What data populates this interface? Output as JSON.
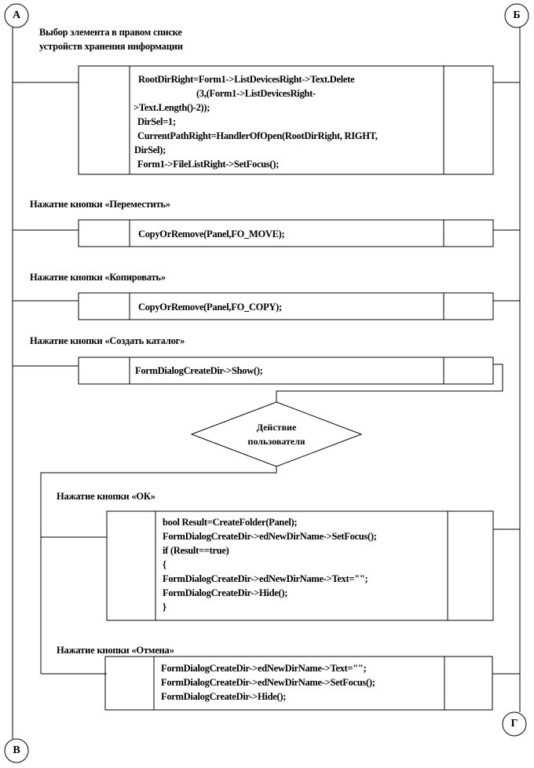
{
  "connectors": {
    "a": "А",
    "b": "Б",
    "v": "В",
    "g": "Г"
  },
  "labels": {
    "select_right_line1": "Выбор элемента в правом списке",
    "select_right_line2": "устройств хранения информации",
    "move": "Нажатие кнопки «Переместить»",
    "copy": "Нажатие кнопки «Копировать»",
    "create_dir": "Нажатие кнопки «Создать каталог»",
    "ok": "Нажатие кнопки «ОК»",
    "cancel": "Нажатие кнопки «Отмена»"
  },
  "blocks": {
    "select_right": [
      "RootDirRight=Form1->ListDevicesRight->Text.Delete",
      "(3,(Form1->ListDevicesRight-",
      ">Text.Length()-2));",
      "DirSel=1;",
      "CurrentPathRight=HandlerOfOpen(RootDirRight, RIGHT,",
      "DirSel);",
      "Form1->FileListRight->SetFocus();"
    ],
    "move": "CopyOrRemove(Panel,FO_MOVE);",
    "copy": "CopyOrRemove(Panel,FO_COPY);",
    "create_dir": "FormDialogCreateDir->Show();",
    "ok": [
      "bool Result=CreateFolder(Panel);",
      "FormDialogCreateDir->edNewDirName->SetFocus();",
      "if (Result==true)",
      "{",
      "FormDialogCreateDir->edNewDirName->Text=\"\";",
      "FormDialogCreateDir->Hide();",
      "}"
    ],
    "cancel": [
      "FormDialogCreateDir->edNewDirName->Text=\"\";",
      "FormDialogCreateDir->edNewDirName->SetFocus();",
      "FormDialogCreateDir->Hide();"
    ]
  },
  "decision": {
    "line1": "Действие",
    "line2": "пользователя"
  }
}
